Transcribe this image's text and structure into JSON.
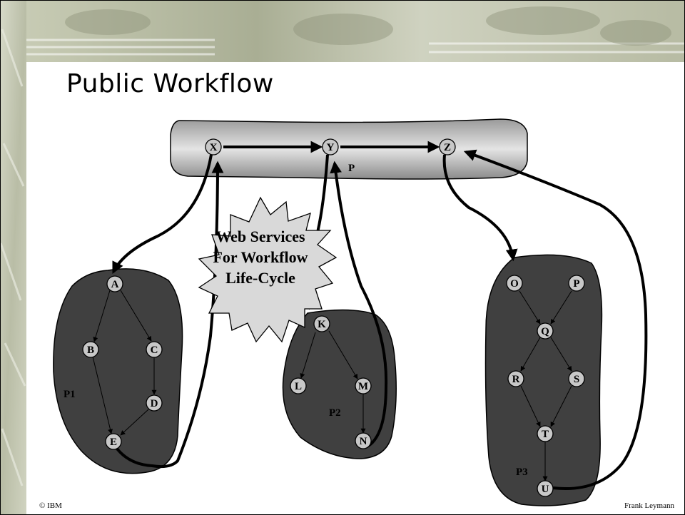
{
  "slide": {
    "title": "Public Workflow",
    "footer_left": "© IBM",
    "footer_right": "Frank Leymann"
  },
  "public_process": {
    "label": "P",
    "nodes": [
      "X",
      "Y",
      "Z"
    ]
  },
  "callout": {
    "lines": [
      "Web Services",
      "For Workflow",
      "Life-Cycle"
    ]
  },
  "processes": [
    {
      "label": "P1",
      "nodes": [
        "A",
        "B",
        "C",
        "D",
        "E"
      ]
    },
    {
      "label": "P2",
      "nodes": [
        "K",
        "L",
        "M",
        "N"
      ]
    },
    {
      "label": "P3",
      "nodes": [
        "O",
        "P",
        "Q",
        "R",
        "S",
        "T",
        "U"
      ]
    }
  ],
  "colors": {
    "blob": "#404040",
    "node_fill": "#c8c8c8",
    "callout_fill": "#d9d9d9",
    "band": "#c9cdb8"
  }
}
